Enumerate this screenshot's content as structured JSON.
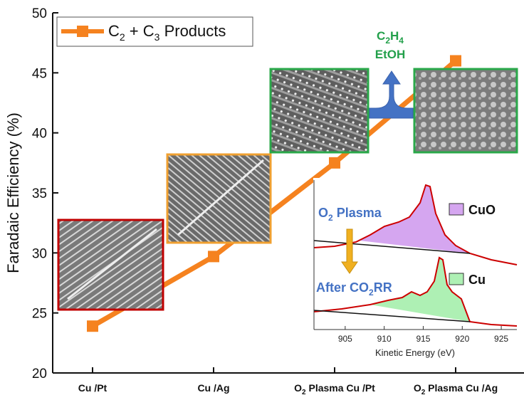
{
  "chart_data": {
    "type": "line",
    "categories": [
      "Cu /Pt",
      "Cu /Ag",
      "O2 Plasma Cu /Pt",
      "O2 Plasma Cu /Ag"
    ],
    "category_display": [
      {
        "prefix": "",
        "sub": "",
        "rest": "Cu /Pt"
      },
      {
        "prefix": "",
        "sub": "",
        "rest": "Cu /Ag"
      },
      {
        "prefix": "O",
        "sub": "2",
        "rest": " Plasma Cu /Pt"
      },
      {
        "prefix": "O",
        "sub": "2",
        "rest": " Plasma Cu /Ag"
      }
    ],
    "series": [
      {
        "name": "C2 + C3 Products",
        "values": [
          23.9,
          29.7,
          37.5,
          46.0
        ],
        "color": "#f5821f"
      }
    ],
    "legend": {
      "prefix": "C",
      "sub1": "2",
      "mid": " + C",
      "sub2": "3",
      "rest": " Products",
      "position": "top-left"
    },
    "ylabel": "Faradaic Efficiency (%)",
    "ylim": [
      20,
      50
    ],
    "yticks": [
      "20",
      "25",
      "30",
      "35",
      "40",
      "45",
      "50"
    ],
    "grid": false,
    "frame_colors": [
      "#c00000",
      "#f0a030",
      "#2aa84a",
      "#2aa84a"
    ]
  },
  "annotation": {
    "c2h4": {
      "prefix": "C",
      "sub1": "2",
      "mid": "H",
      "sub2": "4"
    },
    "etoh": "EtOH",
    "arrow_color": "#4472c4"
  },
  "inset": {
    "xlabel": "Kinetic Energy (eV)",
    "xlim": [
      901,
      927
    ],
    "xticks": [
      "905",
      "910",
      "915",
      "920",
      "925"
    ],
    "plasma_label": {
      "prefix": "O",
      "sub": "2",
      "rest": " Plasma"
    },
    "after_label": {
      "prefix": "After CO",
      "sub": "2",
      "rest": "RR"
    },
    "cuo_label": "CuO",
    "cu_label": "Cu",
    "cuo_color": "#d5a6f0",
    "cu_color": "#aef0b4",
    "spectrum_color": "#cc0000",
    "down_arrow_color": "#f0b020"
  }
}
